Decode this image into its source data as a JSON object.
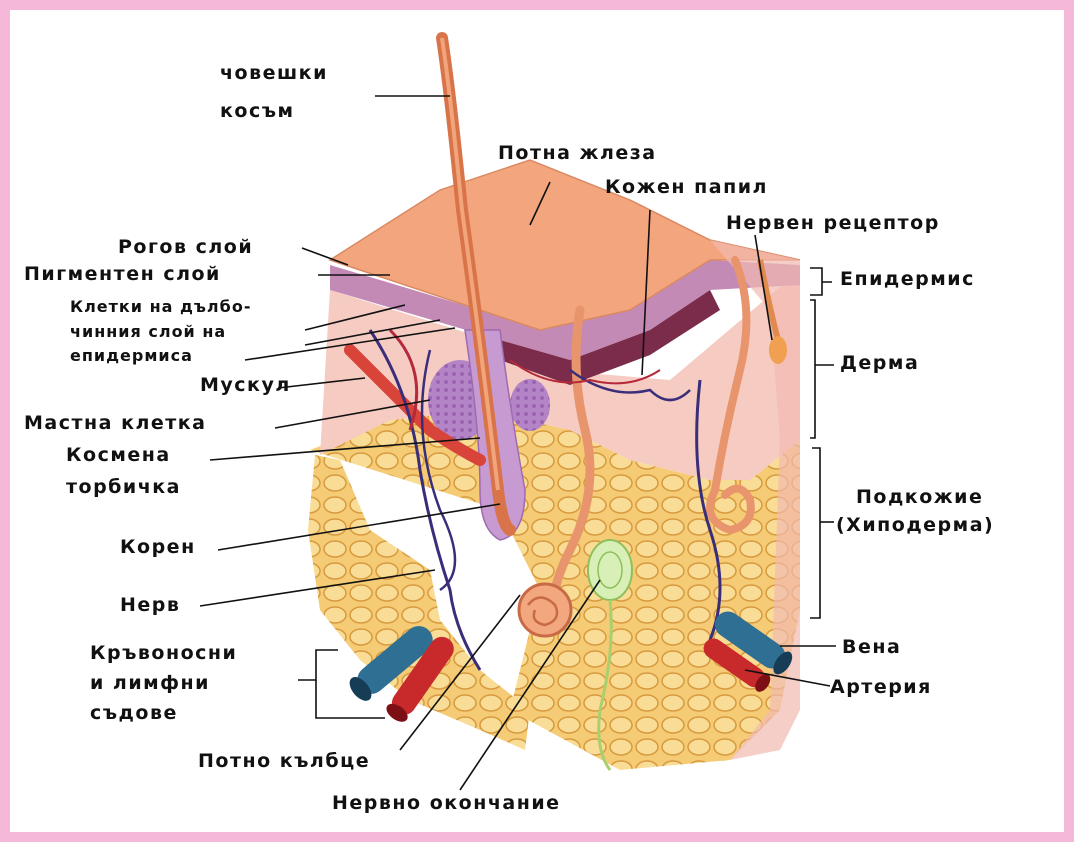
{
  "labels": {
    "hair": "човешки",
    "hair_2": "косъм",
    "sweat_gland": "Потна жлеза",
    "papilla": "Кожен папил",
    "receptor": "Нервен рецептор",
    "horny": "Рогов слой",
    "pigment": "Пигментен слой",
    "deep1": "Клетки на дълбо-",
    "deep2": "чинния слой на",
    "deep3": "епидермиса",
    "muscle": "Мускул",
    "fat": "Мастна клетка",
    "follicle1": "Космена",
    "follicle2": "торбичка",
    "root": "Корен",
    "nerve": "Нерв",
    "vessels1": "Кръвоносни",
    "vessels2": "и лимфни",
    "vessels3": "съдове",
    "coil": "Потно кълбце",
    "ending": "Нервно окончание",
    "epidermis": "Епидермис",
    "dermis": "Дерма",
    "hypo1": "Подкожие",
    "hypo2": "(Хиподерма)",
    "vein": "Вена",
    "artery": "Артерия"
  },
  "colors": {
    "skin_top": "#f2a07a",
    "epidermis": "#c48ab6",
    "dermis": "#f6c7c0",
    "fat": "#f3c66a",
    "hair": "#d9744a",
    "vein": "#2f6f93",
    "artery": "#c8292b"
  }
}
